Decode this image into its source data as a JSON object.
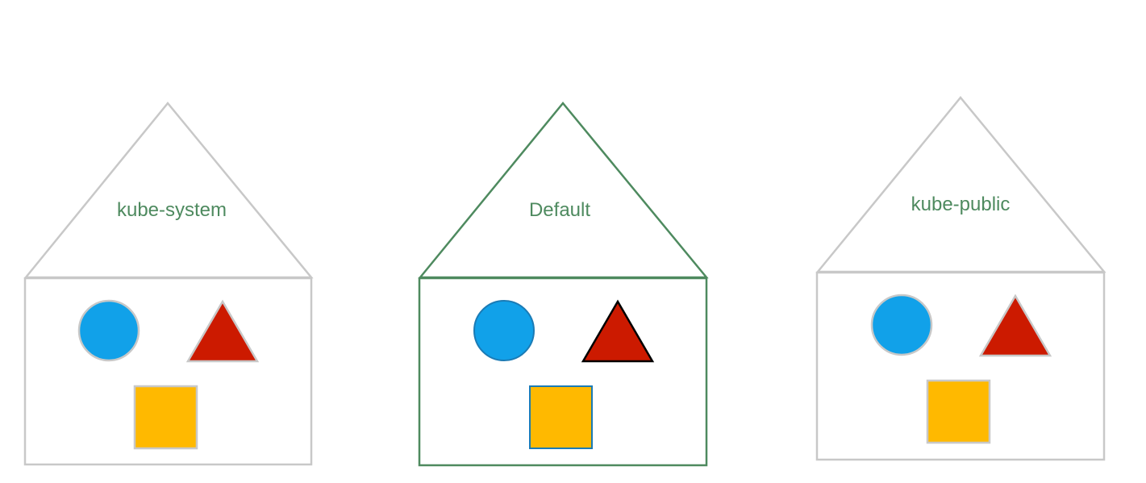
{
  "houses": [
    {
      "label": "kube-system",
      "outline_color": "#c8c8c8",
      "highlighted": false,
      "contents": [
        "circle-icon",
        "triangle-icon",
        "square-icon"
      ]
    },
    {
      "label": "Default",
      "outline_color": "#4e8a5f",
      "highlighted": true,
      "contents": [
        "circle-icon",
        "triangle-icon",
        "square-icon"
      ]
    },
    {
      "label": "kube-public",
      "outline_color": "#c8c8c8",
      "highlighted": false,
      "contents": [
        "circle-icon",
        "triangle-icon",
        "square-icon"
      ]
    }
  ],
  "colors": {
    "label_text": "#4e8a5f",
    "circle_fill": "#11a1e9",
    "triangle_fill": "#cc1a00",
    "square_fill": "#ffb900",
    "highlight_outline": "#4e8a5f",
    "plain_outline": "#c8c8c8"
  }
}
